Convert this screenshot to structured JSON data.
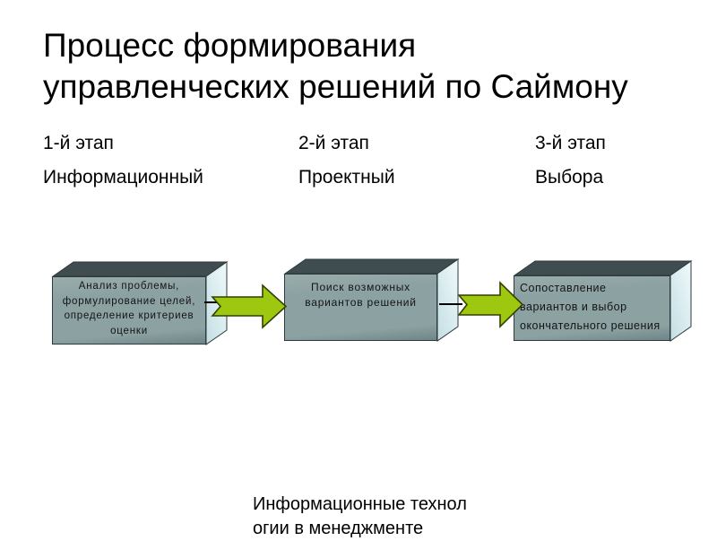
{
  "slide": {
    "title": {
      "line1": "Процесс формирования",
      "line2": "управленческих решений по Саймону"
    },
    "stages": [
      {
        "number": "1-й этап",
        "name": "Информационный"
      },
      {
        "number": "2-й этап",
        "name": "Проектный"
      },
      {
        "number": "3-й этап",
        "name": "Выбора"
      }
    ],
    "boxes": [
      {
        "lines": [
          "Анализ проблемы,",
          "формулирование целей,",
          "определение критериев",
          "оценки"
        ]
      },
      {
        "lines": [
          "Поиск возможных",
          "вариантов решений"
        ]
      },
      {
        "lines": [
          "Сопоставление",
          "вариантов и выбор",
          "окончательного решения"
        ]
      }
    ],
    "footer": {
      "line1": "Информационные технол",
      "line2": "огии в менеджменте"
    },
    "colors": {
      "background": "#ffffff",
      "text": "#000000",
      "box_front": "#8ca1a2",
      "box_front_dark": "#6e8486",
      "box_top": "#3f4d50",
      "box_side": "#c3dee3",
      "box_side_light": "#f0fafb",
      "box_edge": "#2e3a3c",
      "arrow_fill": "#9ec70f",
      "arrow_stroke": "#333f00"
    }
  }
}
